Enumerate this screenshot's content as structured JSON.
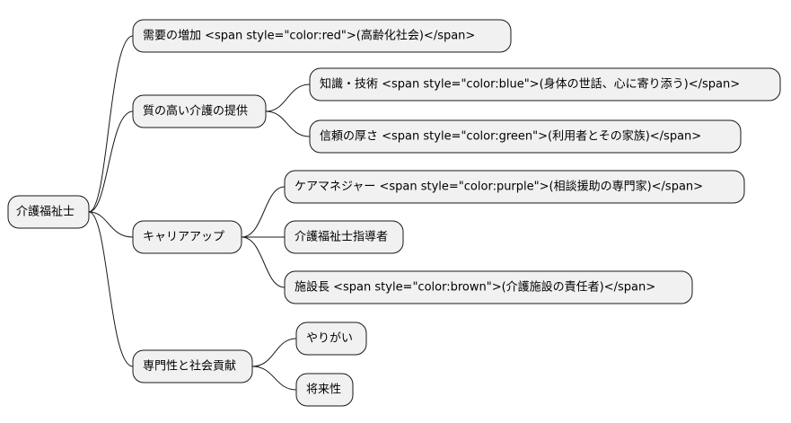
{
  "mindmap": {
    "root": {
      "label": "介護福祉士",
      "children": [
        {
          "label": "需要の増加 <span style=\"color:red\">(高齢化社会)</span>",
          "children": []
        },
        {
          "label": "質の高い介護の提供",
          "children": [
            {
              "label": "知識・技術 <span style=\"color:blue\">(身体の世話、心に寄り添う)</span>"
            },
            {
              "label": "信頼の厚さ <span style=\"color:green\">(利用者とその家族)</span>"
            }
          ]
        },
        {
          "label": "キャリアアップ",
          "children": [
            {
              "label": "ケアマネジャー <span style=\"color:purple\">(相談援助の専門家)</span>"
            },
            {
              "label": "介護福祉士指導者"
            },
            {
              "label": "施設長 <span style=\"color:brown\">(介護施設の責任者)</span>"
            }
          ]
        },
        {
          "label": "専門性と社会貢献",
          "children": [
            {
              "label": "やりがい"
            },
            {
              "label": "将来性"
            }
          ]
        }
      ]
    }
  }
}
